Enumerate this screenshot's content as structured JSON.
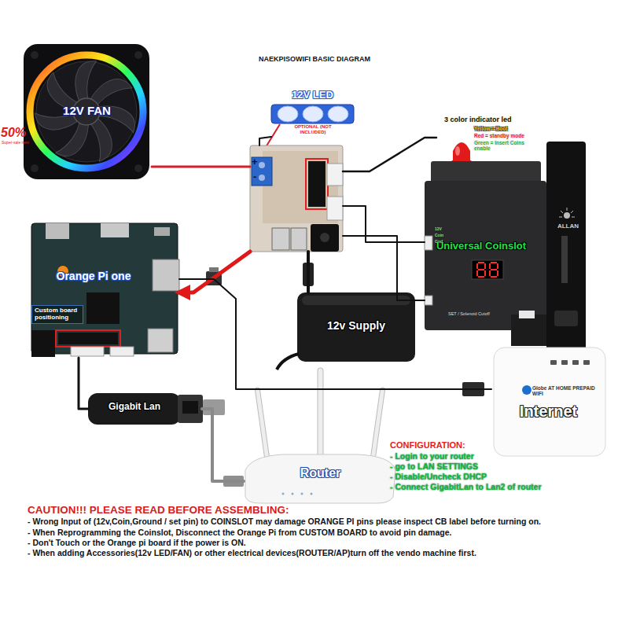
{
  "diagram": {
    "title": "NAEKPISOWIFI BASIC DIAGRAM",
    "nodes": [
      {
        "text": [
          "12V FAN"
        ]
      },
      {
        "text": [
          "12V LED",
          "OPTIONAL (NOT INCLUDED)"
        ]
      },
      {
        "text": [
          "+",
          "-"
        ]
      },
      {
        "text": [
          "3 color indicator led",
          "Yellow = Boot",
          "Red = standby mode",
          "Green = Insert Coins enable"
        ]
      },
      {
        "text": [
          "ALLAN",
          "Universal Coinslot",
          "SET / Solenoid Cutoff"
        ]
      },
      {
        "text": [
          "Orange Pi one",
          "Custom board positioning"
        ]
      },
      {
        "text": [
          "12v Supply"
        ]
      },
      {
        "text": [
          "Gigabit Lan"
        ]
      },
      {
        "text": [
          "Router"
        ]
      },
      {
        "text": [
          "Globe AT HOME PREPAID WIFI",
          "Internet"
        ]
      }
    ],
    "edges": [
      {
        "from": 0,
        "to": 2,
        "arrow": "none"
      },
      {
        "from": 1,
        "to": 2,
        "arrow": "none"
      },
      {
        "from": 2,
        "to": 3,
        "arrow": "none"
      },
      {
        "from": 2,
        "to": 4,
        "arrow": "none"
      },
      {
        "from": 2,
        "to": 4,
        "arrow": "none"
      },
      {
        "from": 6,
        "to": 2,
        "arrow": "none"
      },
      {
        "from": 2,
        "to": 5,
        "arrow": "to"
      },
      {
        "from": 5,
        "to": 7,
        "arrow": "none"
      },
      {
        "from": 7,
        "to": 8,
        "arrow": "none"
      },
      {
        "from": 5,
        "to": 9,
        "arrow": "none"
      }
    ],
    "labels": [
      "50%",
      "Super-sale item",
      "12V",
      "Coin",
      "Gnd",
      "CONFIGURATION:",
      "- Login to your router",
      "- go to LAN SETTINGS",
      "- Disable/Uncheck DHCP",
      "- Connect GigabitLan to Lan2 of router",
      "CAUTION!!! PLEASE READ BEFORE ASSEMBLING:",
      "- Wrong Input of (12v,Coin,Ground / set pin) to COINSLOT may damage ORANGE PI pins please inspect CB label before turning on.",
      "- When Reprogramming the Coinslot, Disconnect the Orange Pi from CUSTOM BOARD to avoid pin damage.",
      "- Don't Touch or the Orange pi board if the power is ON.",
      "- When adding Accessories(12v LED/FAN) or other electrical devices(ROUTER/AP)turn off the vendo machine first."
    ]
  }
}
